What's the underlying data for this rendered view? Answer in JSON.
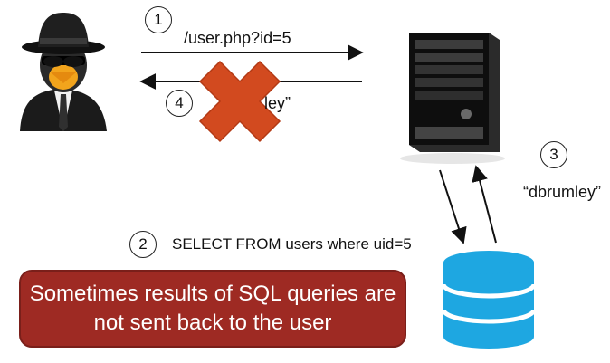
{
  "steps": {
    "step1": {
      "number": "1",
      "label": "/user.php?id=5"
    },
    "step2": {
      "number": "2",
      "label": "SELECT FROM users where uid=5"
    },
    "step3": {
      "number": "3",
      "label": "“dbrumley”"
    },
    "step4": {
      "number": "4",
      "label": "ley”"
    }
  },
  "callout": {
    "text": "Sometimes results of SQL queries are not sent back to the user"
  },
  "icons": {
    "attacker": "spy-hacker-icon",
    "server": "server-tower-icon",
    "database": "database-icon",
    "blocked": "red-x-cross-icon"
  },
  "colors": {
    "callout_fill": "#9e2a23",
    "cross": "#d24a1f",
    "database": "#1ea7e1"
  }
}
